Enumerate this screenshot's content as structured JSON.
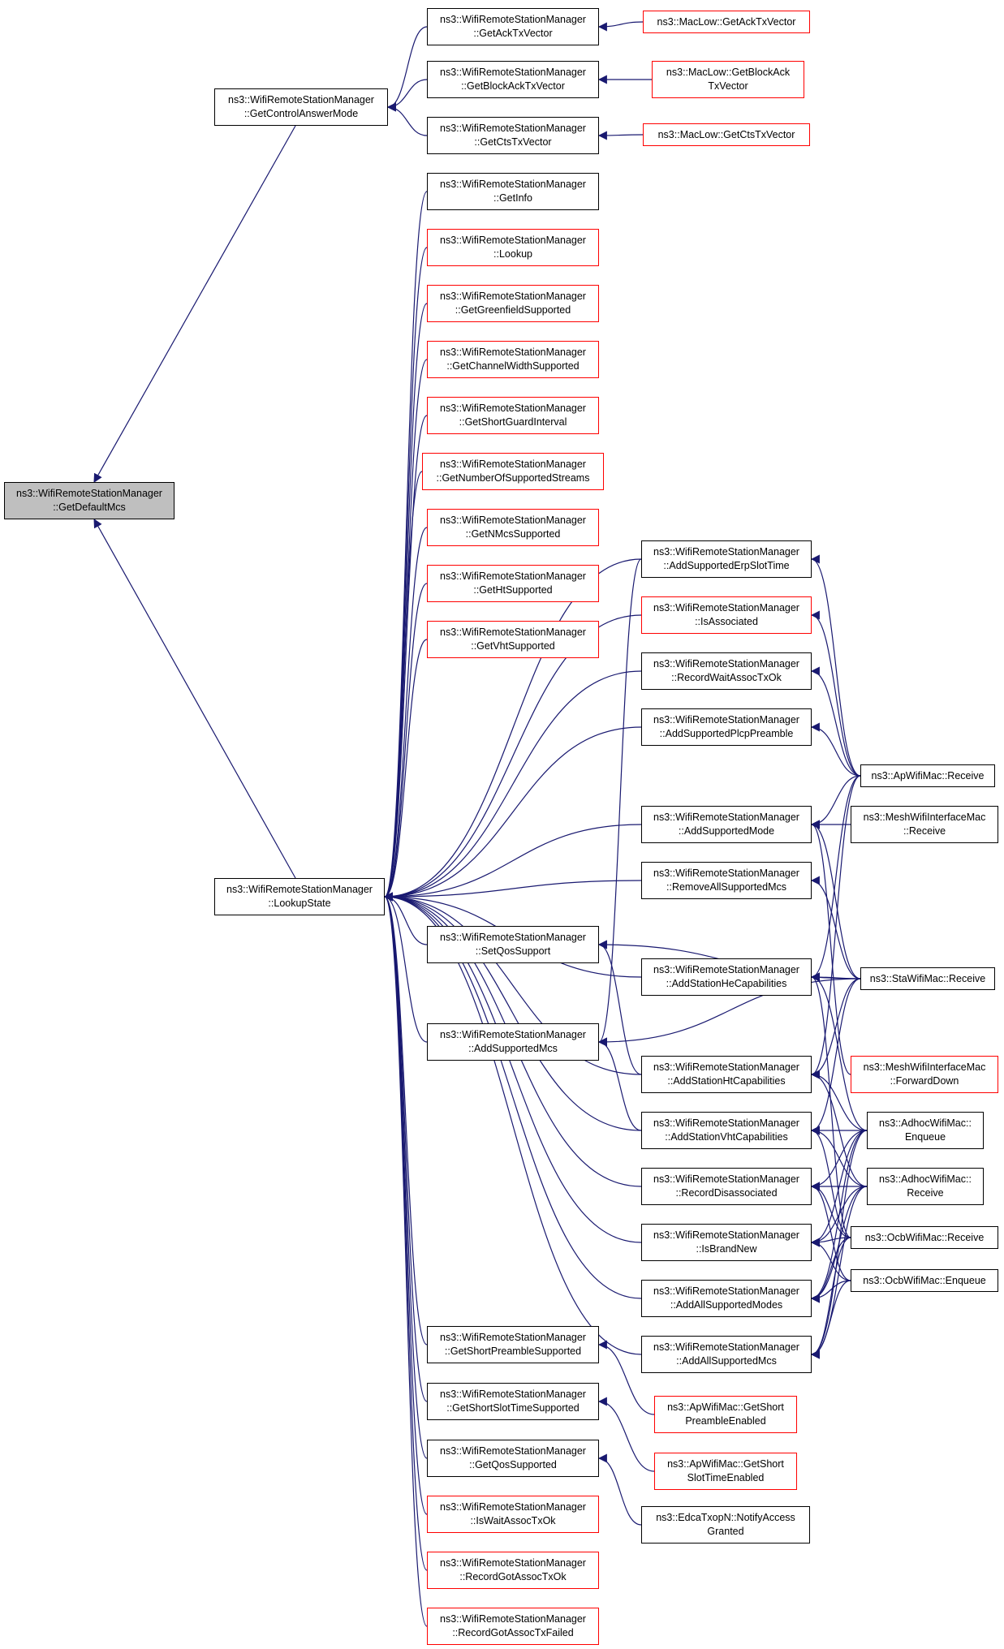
{
  "colors": {
    "edge": "#191970",
    "node_border": "#000000",
    "node_border_incomplete": "#ff0000",
    "selected_fill": "#bfbfbf"
  },
  "nodes": {
    "get_default_mcs": {
      "line1": "ns3::WifiRemoteStationManager",
      "line2": "::GetDefaultMcs"
    },
    "get_control_answer_mode": {
      "line1": "ns3::WifiRemoteStationManager",
      "line2": "::GetControlAnswerMode"
    },
    "lookup_state": {
      "line1": "ns3::WifiRemoteStationManager",
      "line2": "::LookupState"
    },
    "get_ack_tx_vector": {
      "line1": "ns3::WifiRemoteStationManager",
      "line2": "::GetAckTxVector"
    },
    "get_block_ack_tx_vector": {
      "line1": "ns3::WifiRemoteStationManager",
      "line2": "::GetBlockAckTxVector"
    },
    "get_cts_tx_vector": {
      "line1": "ns3::WifiRemoteStationManager",
      "line2": "::GetCtsTxVector"
    },
    "maclow_get_ack_tx_vector": {
      "line1": "ns3::MacLow::GetAckTxVector"
    },
    "maclow_get_block_ack_tx_vector": {
      "line1": "ns3::MacLow::GetBlockAck",
      "line2": "TxVector"
    },
    "maclow_get_cts_tx_vector": {
      "line1": "ns3::MacLow::GetCtsTxVector"
    },
    "get_info": {
      "line1": "ns3::WifiRemoteStationManager",
      "line2": "::GetInfo"
    },
    "lookup": {
      "line1": "ns3::WifiRemoteStationManager",
      "line2": "::Lookup"
    },
    "get_greenfield_supported": {
      "line1": "ns3::WifiRemoteStationManager",
      "line2": "::GetGreenfieldSupported"
    },
    "get_channel_width_supported": {
      "line1": "ns3::WifiRemoteStationManager",
      "line2": "::GetChannelWidthSupported"
    },
    "get_short_guard_interval": {
      "line1": "ns3::WifiRemoteStationManager",
      "line2": "::GetShortGuardInterval"
    },
    "get_number_of_supported_streams": {
      "line1": "ns3::WifiRemoteStationManager",
      "line2": "::GetNumberOfSupportedStreams"
    },
    "get_n_mcs_supported": {
      "line1": "ns3::WifiRemoteStationManager",
      "line2": "::GetNMcsSupported"
    },
    "get_ht_supported": {
      "line1": "ns3::WifiRemoteStationManager",
      "line2": "::GetHtSupported"
    },
    "get_vht_supported": {
      "line1": "ns3::WifiRemoteStationManager",
      "line2": "::GetVhtSupported"
    },
    "add_supported_erp_slot_time": {
      "line1": "ns3::WifiRemoteStationManager",
      "line2": "::AddSupportedErpSlotTime"
    },
    "is_associated": {
      "line1": "ns3::WifiRemoteStationManager",
      "line2": "::IsAssociated"
    },
    "record_wait_assoc_tx_ok": {
      "line1": "ns3::WifiRemoteStationManager",
      "line2": "::RecordWaitAssocTxOk"
    },
    "add_supported_plcp_preamble": {
      "line1": "ns3::WifiRemoteStationManager",
      "line2": "::AddSupportedPlcpPreamble"
    },
    "add_supported_mode": {
      "line1": "ns3::WifiRemoteStationManager",
      "line2": "::AddSupportedMode"
    },
    "remove_all_supported_mcs": {
      "line1": "ns3::WifiRemoteStationManager",
      "line2": "::RemoveAllSupportedMcs"
    },
    "set_qos_support": {
      "line1": "ns3::WifiRemoteStationManager",
      "line2": "::SetQosSupport"
    },
    "add_station_he_capabilities": {
      "line1": "ns3::WifiRemoteStationManager",
      "line2": "::AddStationHeCapabilities"
    },
    "add_supported_mcs": {
      "line1": "ns3::WifiRemoteStationManager",
      "line2": "::AddSupportedMcs"
    },
    "add_station_ht_capabilities": {
      "line1": "ns3::WifiRemoteStationManager",
      "line2": "::AddStationHtCapabilities"
    },
    "add_station_vht_capabilities": {
      "line1": "ns3::WifiRemoteStationManager",
      "line2": "::AddStationVhtCapabilities"
    },
    "record_disassociated": {
      "line1": "ns3::WifiRemoteStationManager",
      "line2": "::RecordDisassociated"
    },
    "is_brand_new": {
      "line1": "ns3::WifiRemoteStationManager",
      "line2": "::IsBrandNew"
    },
    "add_all_supported_modes": {
      "line1": "ns3::WifiRemoteStationManager",
      "line2": "::AddAllSupportedModes"
    },
    "add_all_supported_mcs": {
      "line1": "ns3::WifiRemoteStationManager",
      "line2": "::AddAllSupportedMcs"
    },
    "get_short_preamble_supported": {
      "line1": "ns3::WifiRemoteStationManager",
      "line2": "::GetShortPreambleSupported"
    },
    "get_short_slot_time_supported": {
      "line1": "ns3::WifiRemoteStationManager",
      "line2": "::GetShortSlotTimeSupported"
    },
    "get_qos_supported": {
      "line1": "ns3::WifiRemoteStationManager",
      "line2": "::GetQosSupported"
    },
    "is_wait_assoc_tx_ok": {
      "line1": "ns3::WifiRemoteStationManager",
      "line2": "::IsWaitAssocTxOk"
    },
    "record_got_assoc_tx_ok": {
      "line1": "ns3::WifiRemoteStationManager",
      "line2": "::RecordGotAssocTxOk"
    },
    "record_got_assoc_tx_failed": {
      "line1": "ns3::WifiRemoteStationManager",
      "line2": "::RecordGotAssocTxFailed"
    },
    "ap_wifi_mac_receive": {
      "line1": "ns3::ApWifiMac::Receive"
    },
    "mesh_wifi_interface_mac_receive": {
      "line1": "ns3::MeshWifiInterfaceMac",
      "line2": "::Receive"
    },
    "sta_wifi_mac_receive": {
      "line1": "ns3::StaWifiMac::Receive"
    },
    "mesh_wifi_interface_mac_forward_down": {
      "line1": "ns3::MeshWifiInterfaceMac",
      "line2": "::ForwardDown"
    },
    "adhoc_wifi_mac_enqueue": {
      "line1": "ns3::AdhocWifiMac::",
      "line2": "Enqueue"
    },
    "adhoc_wifi_mac_receive": {
      "line1": "ns3::AdhocWifiMac::",
      "line2": "Receive"
    },
    "ocb_wifi_mac_receive": {
      "line1": "ns3::OcbWifiMac::Receive"
    },
    "ocb_wifi_mac_enqueue": {
      "line1": "ns3::OcbWifiMac::Enqueue"
    },
    "ap_wifi_mac_get_short_preamble_enabled": {
      "line1": "ns3::ApWifiMac::GetShort",
      "line2": "PreambleEnabled"
    },
    "ap_wifi_mac_get_short_slot_time_enabled": {
      "line1": "ns3::ApWifiMac::GetShort",
      "line2": "SlotTimeEnabled"
    },
    "edca_txop_n_notify_access_granted": {
      "line1": "ns3::EdcaTxopN::NotifyAccess",
      "line2": "Granted"
    }
  }
}
